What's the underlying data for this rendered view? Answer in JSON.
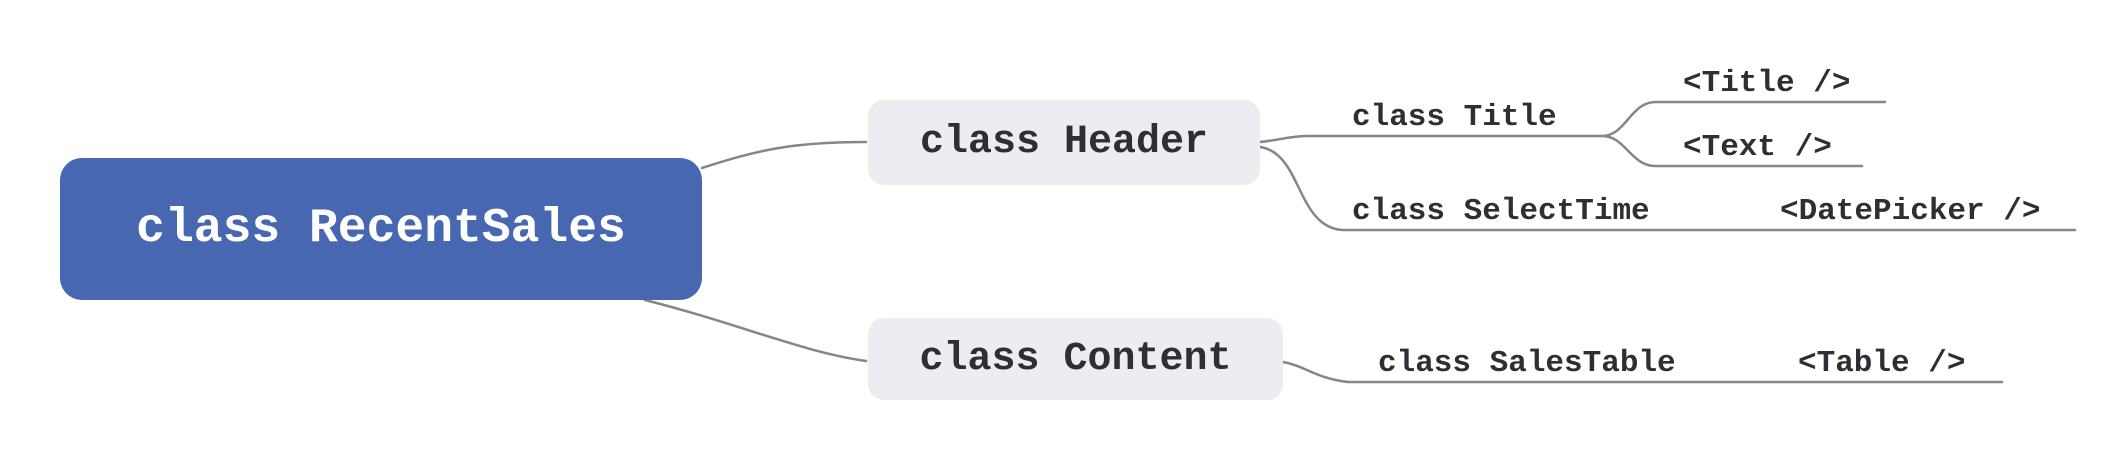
{
  "tree": {
    "label": "class RecentSales",
    "children": [
      {
        "label": "class Header",
        "children": [
          {
            "label": "class Title",
            "children": [
              {
                "label": "<Title />"
              },
              {
                "label": "<Text />"
              }
            ]
          },
          {
            "label": "class SelectTime",
            "children": [
              {
                "label": "<DatePicker />"
              }
            ]
          }
        ]
      },
      {
        "label": "class Content",
        "children": [
          {
            "label": "class SalesTable",
            "children": [
              {
                "label": "<Table />"
              }
            ]
          }
        ]
      }
    ]
  },
  "colors": {
    "root_fill": "#4767b1",
    "root_text": "#ffffff",
    "branch_fill": "#ecedf0",
    "label_text": "#2e2e34",
    "link": "#85858a",
    "background": "#ffffff"
  }
}
